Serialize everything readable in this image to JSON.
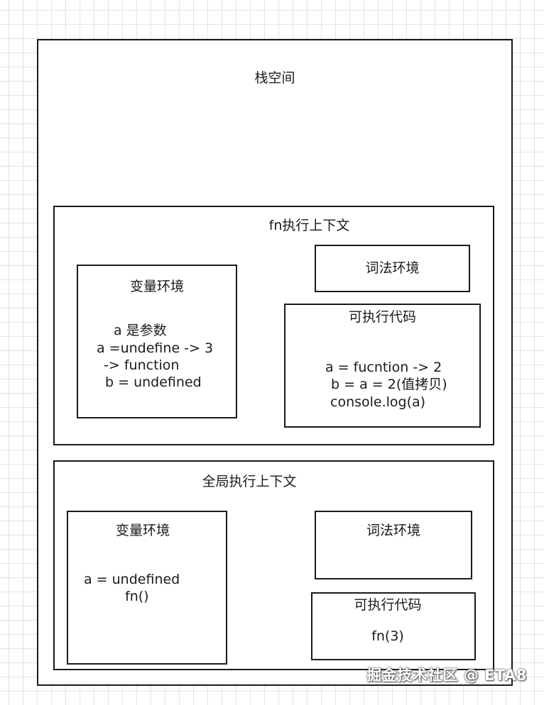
{
  "stack": {
    "title": "栈空间"
  },
  "fn_context": {
    "title": "fn执行上下文",
    "variable_env": {
      "title": "变量环境",
      "lines": [
        "a 是参数",
        "a =undefine -> 3",
        " -> function",
        " b = undefined"
      ]
    },
    "lexical_env": {
      "title": "词法环境"
    },
    "executable_code": {
      "title": "可执行代码",
      "lines": [
        "a = fucntion -> 2",
        " b = a = 2(值拷贝)",
        "console.log(a)"
      ]
    }
  },
  "global_context": {
    "title": "全局执行上下文",
    "variable_env": {
      "title": "变量环境",
      "lines": [
        "a = undefined",
        "fn()"
      ]
    },
    "lexical_env": {
      "title": "词法环境"
    },
    "executable_code": {
      "title": "可执行代码",
      "lines": [
        "fn(3)"
      ]
    }
  },
  "watermark": "掘金技术社区 @ ETA8"
}
